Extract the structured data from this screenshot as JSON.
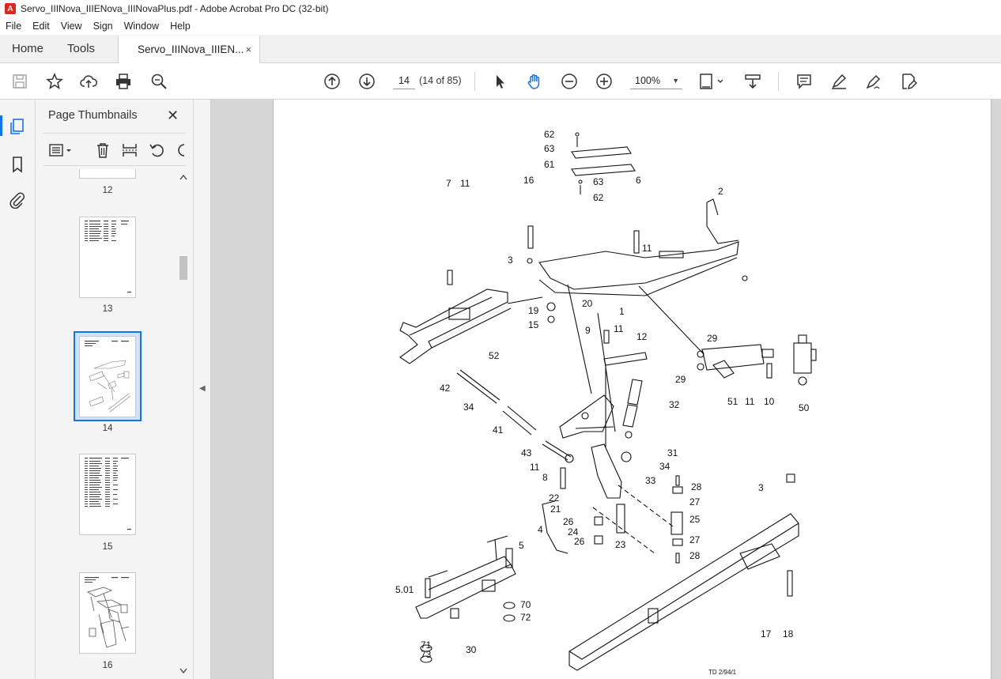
{
  "window": {
    "title": "Servo_IIINova_IIIENova_IIINovaPlus.pdf - Adobe Acrobat Pro DC (32-bit)"
  },
  "menu": [
    "File",
    "Edit",
    "View",
    "Sign",
    "Window",
    "Help"
  ],
  "tabs": {
    "home": "Home",
    "tools": "Tools",
    "document": "Servo_IIINova_IIIEN...",
    "close": "×"
  },
  "toolbar": {
    "page_number": "14",
    "page_count": "(14 of 85)",
    "zoom": "100%"
  },
  "panel": {
    "title": "Page Thumbnails",
    "thumbnails": [
      {
        "label": "12"
      },
      {
        "label": "13"
      },
      {
        "label": "14"
      },
      {
        "label": "15"
      },
      {
        "label": "16"
      }
    ],
    "selected": "14"
  },
  "drawing": {
    "part_labels": [
      "62",
      "63",
      "61",
      "63",
      "62",
      "2",
      "16",
      "6",
      "7",
      "11",
      "11",
      "3",
      "1",
      "20",
      "19",
      "15",
      "52",
      "9",
      "11",
      "12",
      "29",
      "29",
      "51",
      "11",
      "10",
      "50",
      "42",
      "34",
      "41",
      "32",
      "43",
      "31",
      "34",
      "11",
      "8",
      "33",
      "28",
      "27",
      "25",
      "27",
      "28",
      "22",
      "21",
      "26",
      "24",
      "26",
      "4",
      "23",
      "3",
      "5",
      "5.01",
      "70",
      "72",
      "71",
      "73",
      "30",
      "17",
      "18"
    ],
    "footer": "TD  2/94/1"
  },
  "colors": {
    "accent": "#1473e6",
    "viewer_bg": "#d6d6d6",
    "panel_bg": "#f4f4f4"
  }
}
